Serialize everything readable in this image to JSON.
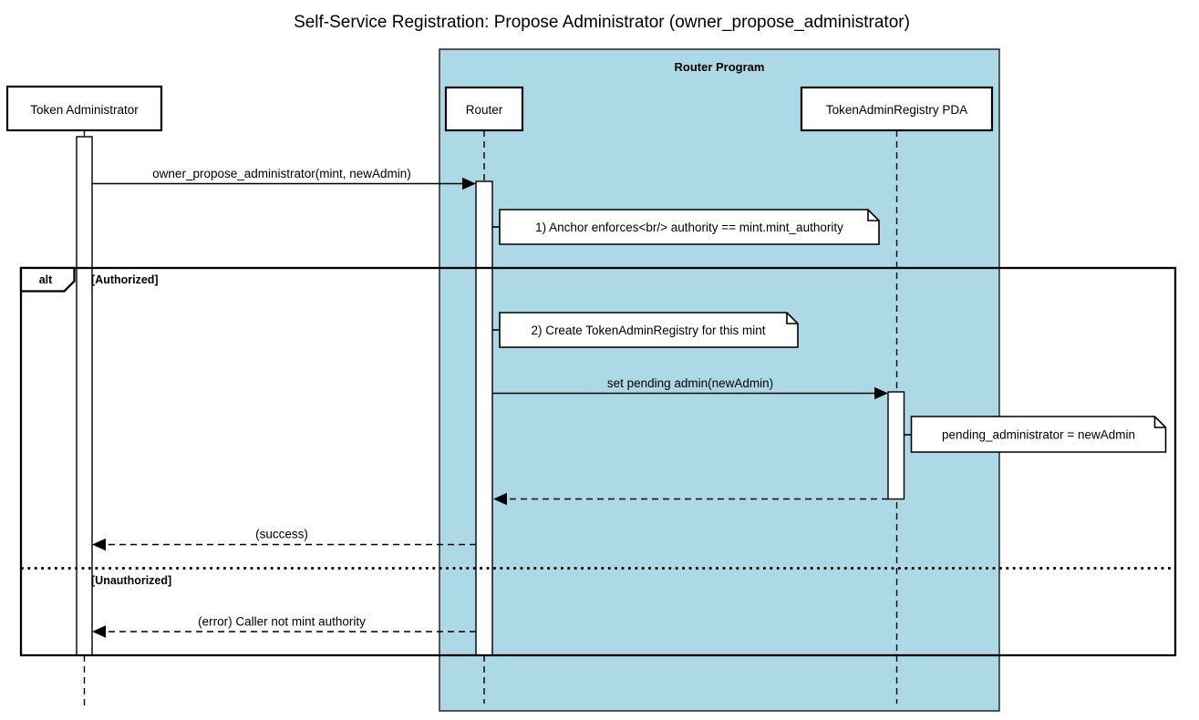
{
  "title": "Self-Service Registration: Propose Administrator (owner_propose_administrator)",
  "container": {
    "label": "Router Program"
  },
  "participants": [
    {
      "label": "Token Administrator"
    },
    {
      "label": "Router"
    },
    {
      "label": "TokenAdminRegistry PDA"
    }
  ],
  "alt_frame": {
    "operator": "alt",
    "branch_authorized": "[Authorized]",
    "branch_unauthorized": "[Unauthorized]"
  },
  "messages": {
    "propose": "owner_propose_administrator(mint, newAdmin)",
    "set_pending": "set pending admin(newAdmin)",
    "success": "(success)",
    "error": "(error) Caller not mint authority"
  },
  "notes": {
    "anchor_enforces": "1) Anchor enforces<br/> authority == mint.mint_authority",
    "create_registry": "2) Create TokenAdminRegistry for this mint",
    "pending_admin": "pending_administrator = newAdmin"
  },
  "colors": {
    "container_fill": "#ADD8E6",
    "stroke": "#000000",
    "note_fill": "#FFFFFF",
    "background": "#FFFFFF"
  }
}
